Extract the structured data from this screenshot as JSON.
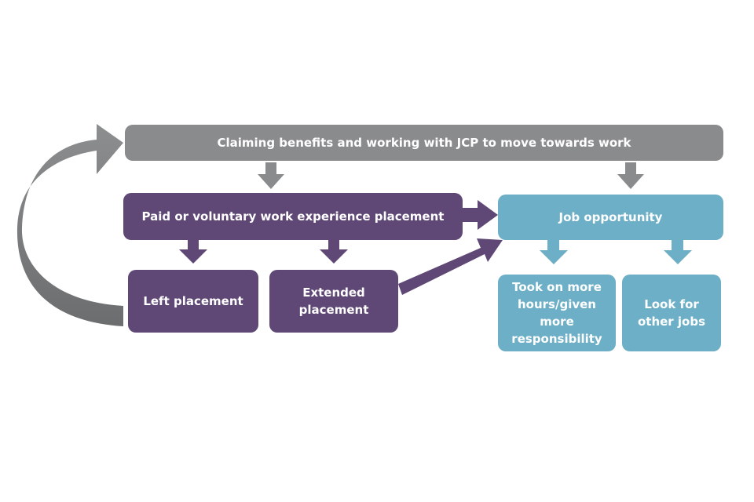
{
  "colors": {
    "gray": "#898b8d",
    "gray_dark": "#6d6f70",
    "purple": "#5f4876",
    "blue": "#6dafc6"
  },
  "nodes": {
    "claiming": "Claiming benefits and working with JCP to move towards work",
    "placement": "Paid or voluntary work experience placement",
    "job": "Job opportunity",
    "left": "Left placement",
    "extended": "Extended placement",
    "more_hours": "Took on more hours/given more responsibility",
    "other_jobs": "Look for other jobs"
  },
  "edges": [
    {
      "from": "claiming",
      "to": "placement"
    },
    {
      "from": "claiming",
      "to": "job"
    },
    {
      "from": "placement",
      "to": "job"
    },
    {
      "from": "placement",
      "to": "left"
    },
    {
      "from": "placement",
      "to": "extended"
    },
    {
      "from": "extended",
      "to": "job"
    },
    {
      "from": "job",
      "to": "more_hours"
    },
    {
      "from": "job",
      "to": "other_jobs"
    },
    {
      "from": "left",
      "to": "claiming"
    }
  ]
}
